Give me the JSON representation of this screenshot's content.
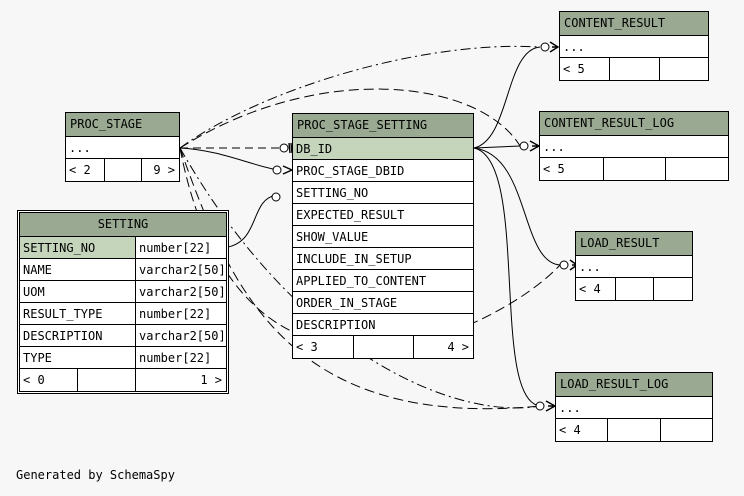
{
  "tables": {
    "content_result": {
      "name": "CONTENT_RESULT",
      "rows": [
        "..."
      ],
      "footer": [
        "< 5",
        "",
        ""
      ]
    },
    "content_result_log": {
      "name": "CONTENT_RESULT_LOG",
      "rows": [
        "..."
      ],
      "footer": [
        "< 5",
        "",
        ""
      ]
    },
    "proc_stage": {
      "name": "PROC_STAGE",
      "rows": [
        "..."
      ],
      "footer": [
        "< 2",
        "",
        "9 >"
      ]
    },
    "proc_stage_setting": {
      "name": "PROC_STAGE_SETTING",
      "rows": [
        "DB_ID",
        "PROC_STAGE_DBID",
        "SETTING_NO",
        "EXPECTED_RESULT",
        "SHOW_VALUE",
        "INCLUDE_IN_SETUP",
        "APPLIED_TO_CONTENT",
        "ORDER_IN_STAGE",
        "DESCRIPTION"
      ],
      "footer": [
        "< 3",
        "",
        "4 >"
      ]
    },
    "setting": {
      "name": "SETTING",
      "columns": [
        {
          "name": "SETTING_NO",
          "type": "number[22]"
        },
        {
          "name": "NAME",
          "type": "varchar2[50]"
        },
        {
          "name": "UOM",
          "type": "varchar2[50]"
        },
        {
          "name": "RESULT_TYPE",
          "type": "number[22]"
        },
        {
          "name": "DESCRIPTION",
          "type": "varchar2[50]"
        },
        {
          "name": "TYPE",
          "type": "number[22]"
        }
      ],
      "footer": [
        "< 0",
        "",
        "1 >"
      ]
    },
    "load_result": {
      "name": "LOAD_RESULT",
      "rows": [
        "..."
      ],
      "footer": [
        "< 4",
        "",
        ""
      ]
    },
    "load_result_log": {
      "name": "LOAD_RESULT_LOG",
      "rows": [
        "..."
      ],
      "footer": [
        "< 4",
        "",
        ""
      ]
    }
  },
  "credit": "Generated by SchemaSpy"
}
